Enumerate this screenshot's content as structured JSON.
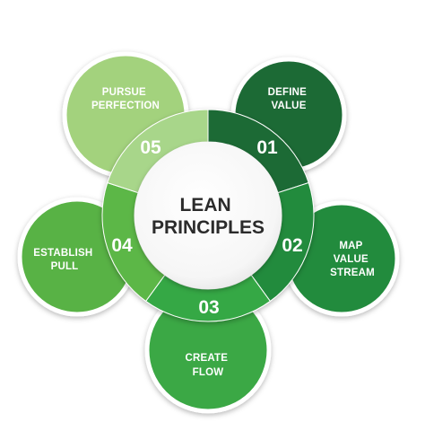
{
  "center": {
    "line1": "LEAN",
    "line2": "PRINCIPLES"
  },
  "steps": [
    {
      "number": "01",
      "line1": "DEFINE",
      "line2": "VALUE",
      "line3": "",
      "color": "#1e6b36",
      "petal_color": "#1e6b36"
    },
    {
      "number": "02",
      "line1": "MAP",
      "line2": "VALUE",
      "line3": "STREAM",
      "color": "#228b3c",
      "petal_color": "#228b3c"
    },
    {
      "number": "03",
      "line1": "CREATE",
      "line2": "FLOW",
      "line3": "",
      "color": "#34a844",
      "petal_color": "#3aa845"
    },
    {
      "number": "04",
      "line1": "ESTABLISH",
      "line2": "PULL",
      "line3": "",
      "color": "#5cb746",
      "petal_color": "#58b245"
    },
    {
      "number": "05",
      "line1": "PURSUE",
      "line2": "PERFECTION",
      "line3": "",
      "color": "#a8d68a",
      "petal_color": "#a3d27d"
    }
  ]
}
